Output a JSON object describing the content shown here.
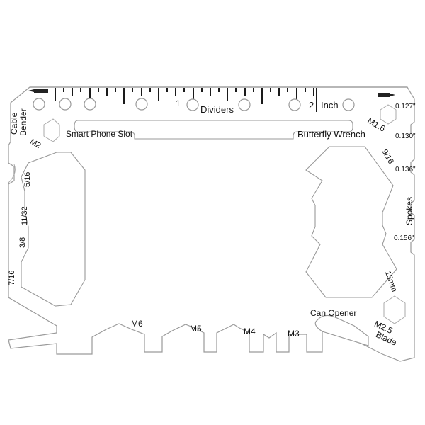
{
  "product": "Multi-tool wallet card",
  "ruler": {
    "unit_label": "Inch",
    "major_labels": [
      "1",
      "2"
    ]
  },
  "labels": {
    "cable_bender": "Cable Bender",
    "cable": "Cable",
    "bender": "Bender",
    "dividers": "Dividers",
    "smart_phone_slot": "Smart Phone Slot",
    "butterfly_wrench": "Butterfly Wrench",
    "m2": "M2",
    "m1_6": "M1.6",
    "m2_5": "M2.5",
    "blade": "Blade",
    "can_opener": "Can Opener",
    "spokes": "Spokes",
    "mm15": "15mm",
    "in_9_16": "9/16"
  },
  "left_wrench_sizes": [
    "5/16",
    "11/32",
    "3/8",
    "7/16"
  ],
  "spoke_sizes": [
    "0.127\"",
    "0.130\"",
    "0.136\"",
    "0.156\""
  ],
  "hex_bottom": [
    "M6",
    "M5",
    "M4",
    "M3"
  ],
  "colors": {
    "outline": "#9a9a9a",
    "text": "#111111",
    "tick": "#1a1a1a",
    "background": "#ffffff"
  }
}
